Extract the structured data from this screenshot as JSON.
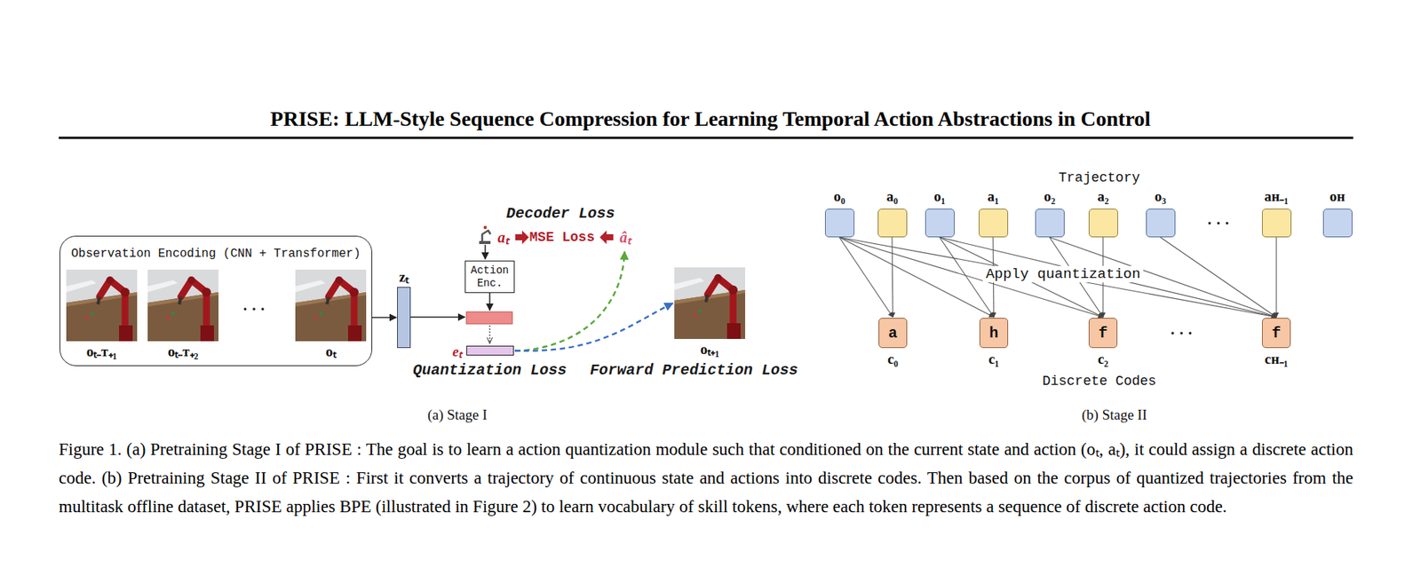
{
  "diagram": {
    "title": "PRISE: LLM-Style Sequence Compression for Learning Temporal Action Abstractions in Control",
    "caption": "Figure 1. (a) Pretraining Stage I of PRISE : The goal is to learn a action quantization module such that conditioned on the current state and action (oₜ, aₜ), it could assign a discrete action code. (b) Pretraining Stage II of PRISE : First it converts a trajectory of continuous state and actions into discrete codes. Then based on the corpus of quantized trajectories from the multitask offline dataset, PRISE applies BPE (illustrated in Figure 2) to learn vocabulary of skill tokens, where each token represents a sequence of discrete action code.",
    "nodes": [
      {
        "text": [
          "Observation Encoding (CNN + Transformer)"
        ]
      },
      {
        "text": [
          "oₜ₋ᴛ₊₁"
        ],
        "in": 0
      },
      {
        "text": [
          "oₜ₋ᴛ₊₂"
        ],
        "in": 0
      },
      {
        "text": [
          "oₜ"
        ],
        "in": 0
      },
      {
        "text": [
          "zₜ"
        ]
      },
      {
        "text": [
          "Action Enc."
        ]
      },
      {
        "text": [
          "eₜ"
        ]
      },
      {
        "text": [
          "oₜ₊₁"
        ]
      },
      {
        "text": [
          "o₀"
        ]
      },
      {
        "text": [
          "a₀"
        ]
      },
      {
        "text": [
          "o₁"
        ]
      },
      {
        "text": [
          "a₁"
        ]
      },
      {
        "text": [
          "o₂"
        ]
      },
      {
        "text": [
          "a₂"
        ]
      },
      {
        "text": [
          "o₃"
        ]
      },
      {
        "text": [
          "aʜ₋₁"
        ]
      },
      {
        "text": [
          "oʜ"
        ]
      },
      {
        "text": [
          "a",
          "c₀"
        ]
      },
      {
        "text": [
          "h",
          "c₁"
        ]
      },
      {
        "text": [
          "f",
          "c₂"
        ]
      },
      {
        "text": [
          "f",
          "cʜ₋₁"
        ]
      }
    ],
    "edges": [
      {
        "from": 0,
        "to": 4,
        "arrow": "to"
      },
      {
        "from": 6,
        "to": 7,
        "arrow": "to"
      },
      {
        "from": 8,
        "to": 17,
        "arrow": "to"
      },
      {
        "from": 8,
        "to": 18,
        "arrow": "to"
      },
      {
        "from": 8,
        "to": 19,
        "arrow": "to"
      },
      {
        "from": 8,
        "to": 20,
        "arrow": "to"
      },
      {
        "from": 9,
        "to": 17,
        "arrow": "to"
      },
      {
        "from": 10,
        "to": 18,
        "arrow": "to"
      },
      {
        "from": 10,
        "to": 19,
        "arrow": "to"
      },
      {
        "from": 10,
        "to": 20,
        "arrow": "to"
      },
      {
        "from": 11,
        "to": 18,
        "arrow": "to"
      },
      {
        "from": 12,
        "to": 19,
        "arrow": "to"
      },
      {
        "from": 12,
        "to": 20,
        "arrow": "to"
      },
      {
        "from": 13,
        "to": 19,
        "arrow": "to"
      },
      {
        "from": 14,
        "to": 20,
        "arrow": "to"
      },
      {
        "from": 15,
        "to": 20,
        "arrow": "to"
      }
    ],
    "labels": [
      "· · ·",
      "Decoder Loss",
      "aₜ",
      "MSE Loss",
      "âₜ",
      "Quantization Loss",
      "Forward Prediction Loss",
      "(a) Stage I",
      "Trajectory",
      "· · ·",
      "Apply quantization",
      "· · ·",
      "Discrete Codes",
      "(b) Stage II"
    ]
  }
}
